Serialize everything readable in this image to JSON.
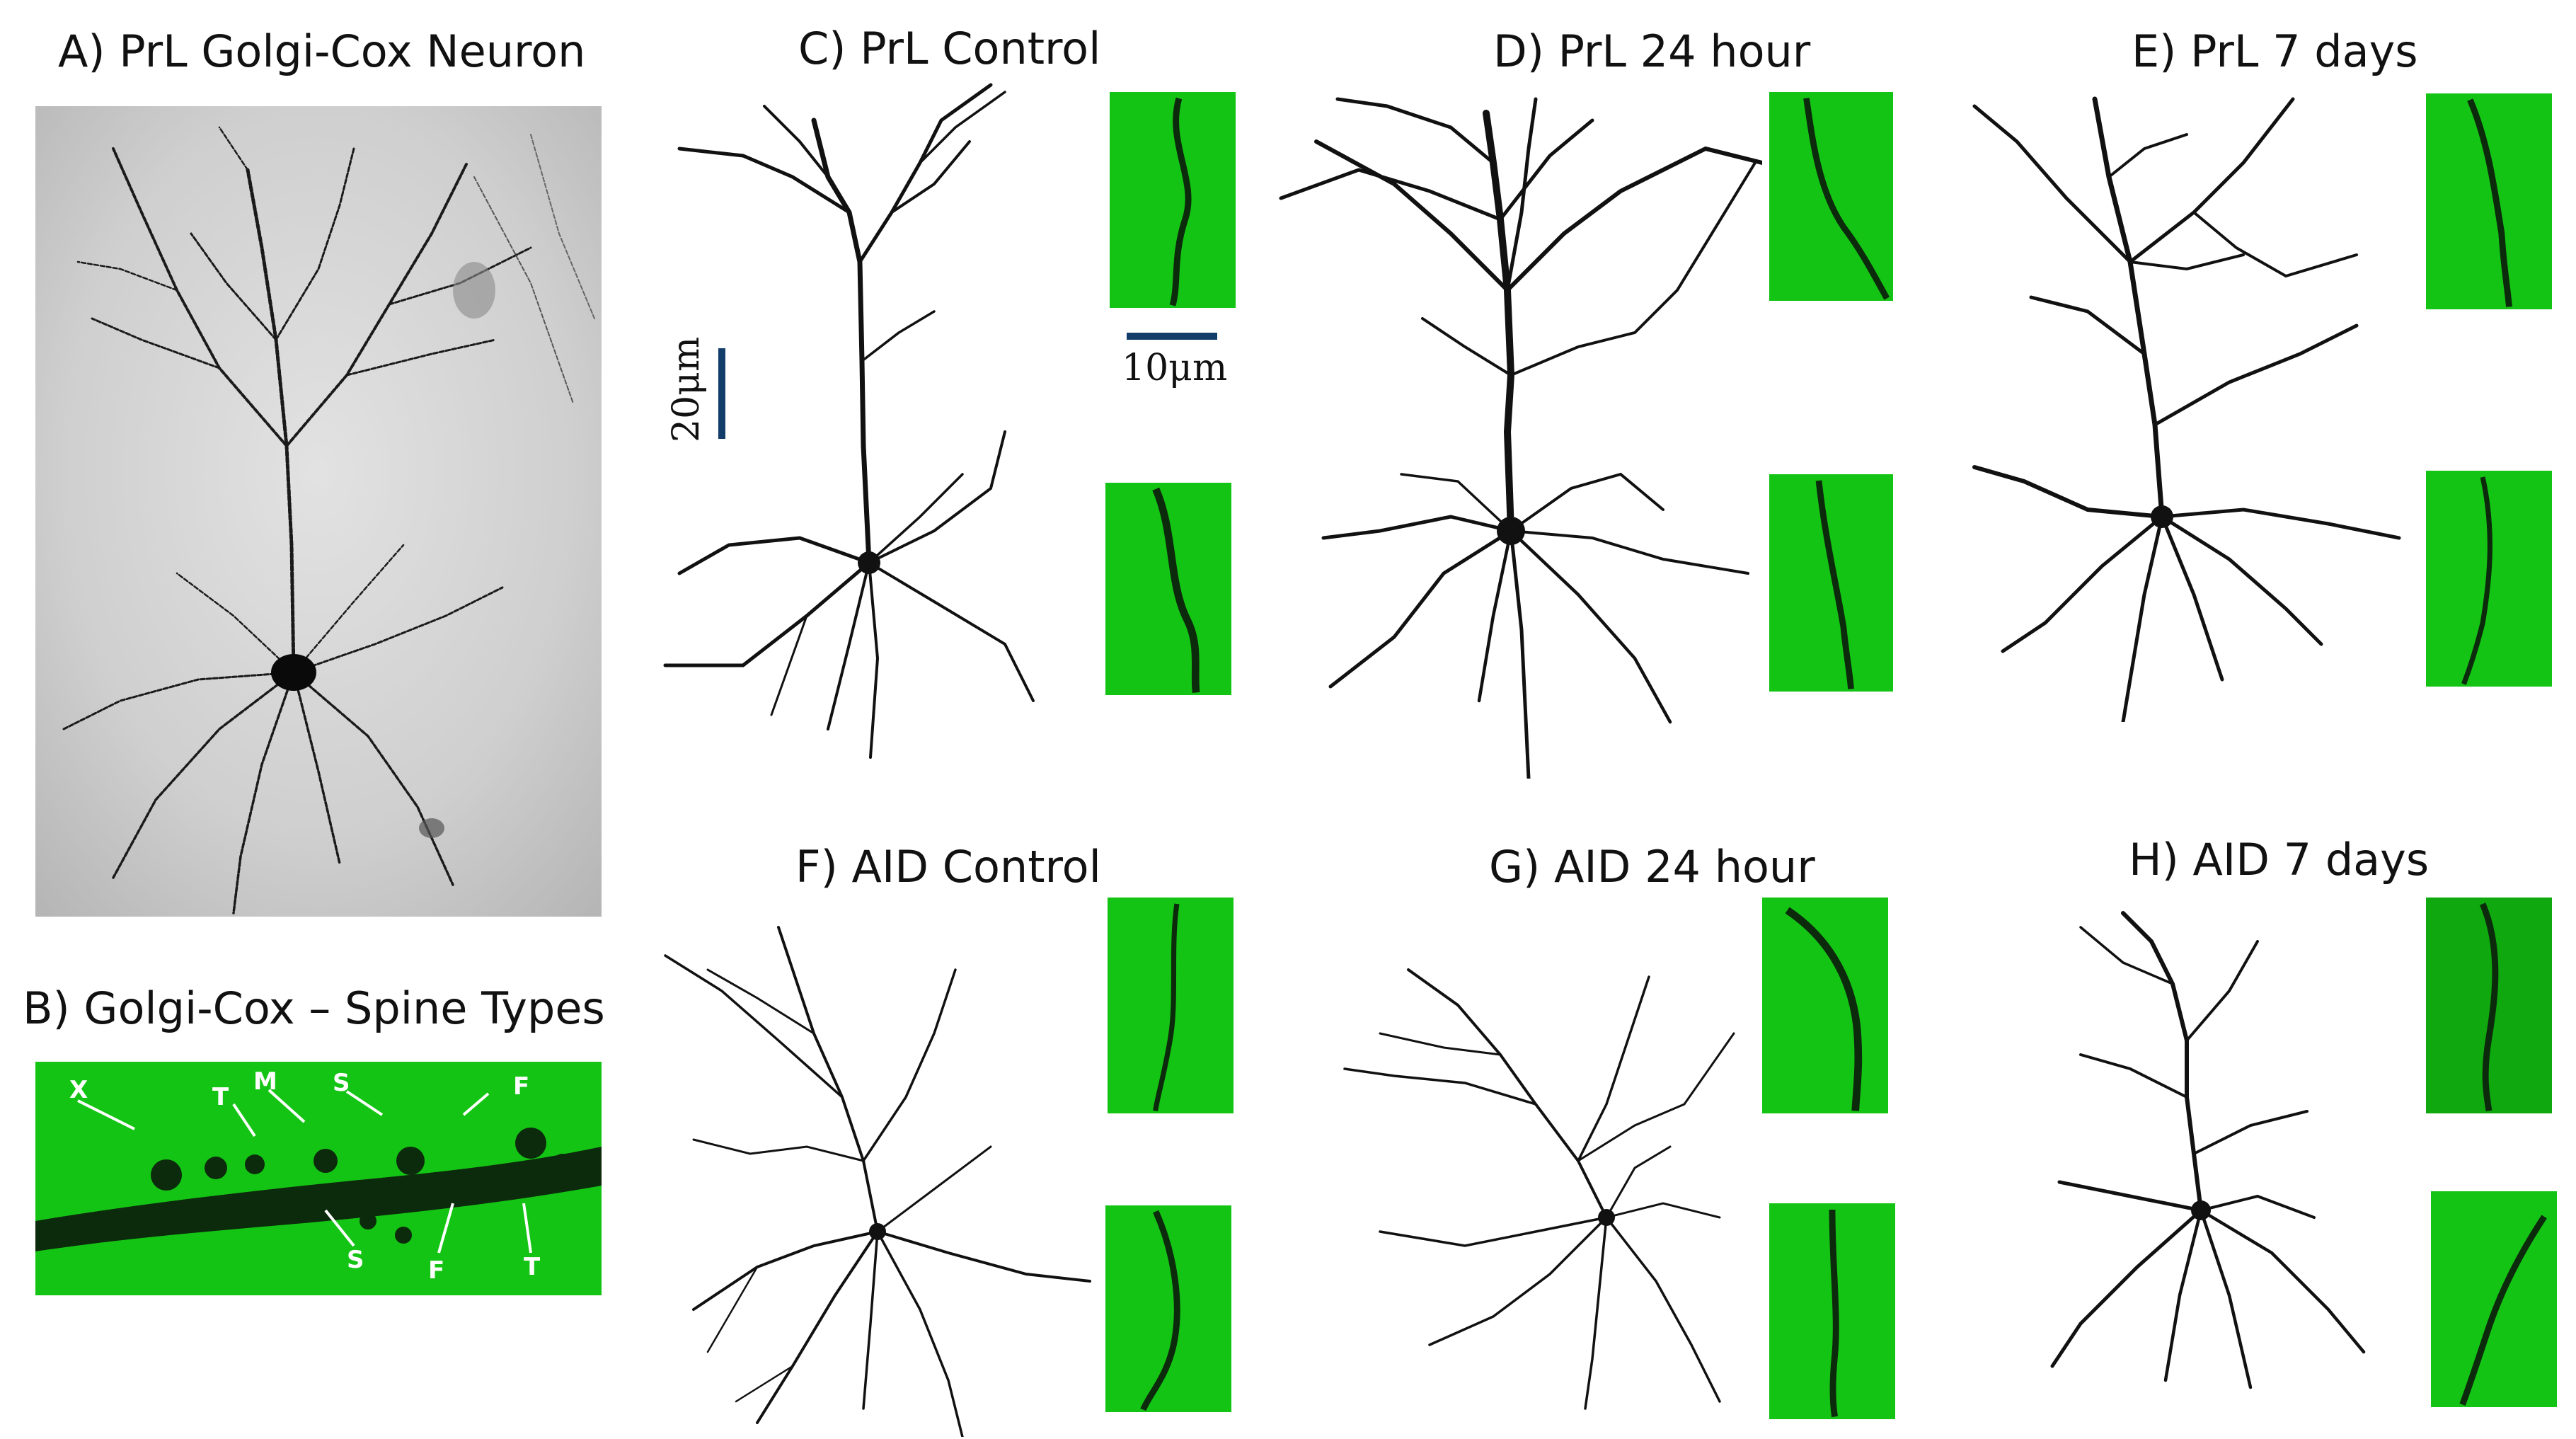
{
  "panels": {
    "a": {
      "title": "A) PrL Golgi-Cox Neuron"
    },
    "b": {
      "title": "B) Golgi-Cox – Spine Types",
      "labels": [
        "X",
        "T",
        "M",
        "S",
        "F",
        "S",
        "F",
        "T"
      ]
    },
    "c": {
      "title": "C) PrL Control"
    },
    "d": {
      "title": "D) PrL 24 hour"
    },
    "e": {
      "title": "E) PrL 7 days"
    },
    "f": {
      "title": "F) AID Control"
    },
    "g": {
      "title": "G) AID 24 hour"
    },
    "h": {
      "title": "H) AID 7 days"
    }
  },
  "scalebars": {
    "soma": "20μm",
    "spine": "10μm"
  },
  "colors": {
    "spine_bg": "#14c414",
    "trace": "#111111",
    "scale": "#123d6b"
  }
}
